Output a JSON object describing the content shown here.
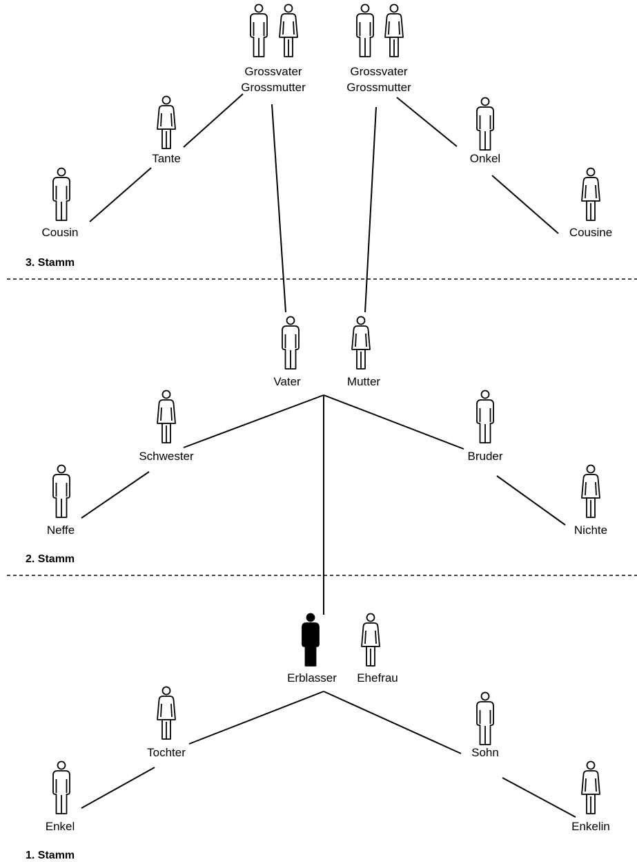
{
  "stamm_labels": {
    "third": "3. Stamm",
    "second": "2. Stamm",
    "first": "1. Stamm"
  },
  "people": {
    "paternal_grandparents": {
      "line1": "Grossvater",
      "line2": "Grossmutter"
    },
    "maternal_grandparents": {
      "line1": "Grossvater",
      "line2": "Grossmutter"
    },
    "aunt": "Tante",
    "cousin_male": "Cousin",
    "uncle": "Onkel",
    "cousin_female": "Cousine",
    "father": "Vater",
    "mother": "Mutter",
    "sister": "Schwester",
    "nephew": "Neffe",
    "brother": "Bruder",
    "niece": "Nichte",
    "deceased": "Erblasser",
    "wife": "Ehefrau",
    "daughter": "Tochter",
    "grandson": "Enkel",
    "son": "Sohn",
    "granddaughter": "Enkelin"
  },
  "icons": {
    "male": "man-icon",
    "female": "woman-icon",
    "deceased": "deceased-man-icon"
  },
  "colors": {
    "line": "#000000",
    "background": "#ffffff",
    "deceased_fill": "#000000"
  }
}
